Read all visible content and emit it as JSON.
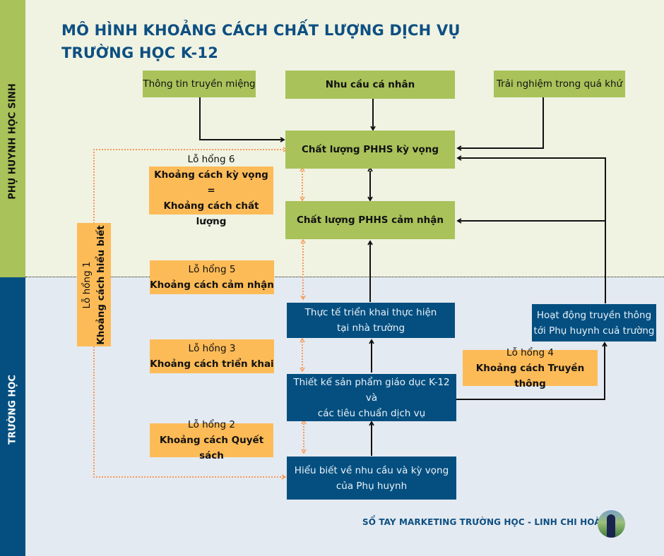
{
  "title": {
    "line1": "MÔ HÌNH KHOẢNG CÁCH CHẤT LƯỢNG DỊCH VỤ",
    "line2": "TRƯỜNG HỌC K-12"
  },
  "sides": {
    "top": "PHỤ HUYNH HỌC SINH",
    "bottom": "TRƯỜNG HỌC"
  },
  "boxes": {
    "word_of_mouth": "Thông tin truyền miệng",
    "personal_needs": "Nhu cầu cá nhân",
    "past_experience": "Trải nghiệm trong quá khứ",
    "expected_quality": "Chất lượng PHHS kỳ vọng",
    "perceived_quality": "Chất lượng PHHS cảm nhận",
    "actual_delivery_l1": "Thực tế triển khai thực hiện",
    "actual_delivery_l2": "tại nhà trường",
    "communications_l1": "Hoạt động truyền thông",
    "communications_l2": "tới Phụ huynh cuả trường",
    "design_l1": "Thiết kế sản phẩm giáo dục K-12 và",
    "design_l2": "các tiêu chuẩn dịch vụ",
    "understanding_l1": "Hiểu biết  về nhu cầu và kỳ vọng",
    "understanding_l2": "của Phụ huynh"
  },
  "gaps": {
    "gap1": {
      "label": "Lỗ hổng 1",
      "desc": "Khoảng cách hiểu biết"
    },
    "gap2": {
      "label": "Lỗ hổng 2",
      "desc": "Khoảng cách Quyết sách"
    },
    "gap3": {
      "label": "Lỗ hổng 3",
      "desc": "Khoảng cách triển khai"
    },
    "gap4": {
      "label": "Lỗ hổng 4",
      "desc": "Khoảng cách Truyền thông"
    },
    "gap5": {
      "label": "Lỗ hổng 5",
      "desc": "Khoảng cách cảm nhận"
    },
    "gap6": {
      "label": "Lỗ hổng 6",
      "desc1": "Khoảng cách kỳ vọng =",
      "desc2": "Khoảng cách chất lượng"
    }
  },
  "footer": {
    "text": "SỔ TAY MARKETING TRƯỜNG HỌC - LINH CHI HOÀNG"
  },
  "colors": {
    "green": "#a9c25a",
    "blue": "#044f80",
    "orange": "#fdbb57",
    "title": "#0d4f82",
    "dotted_arrow": "#f79a5a"
  }
}
